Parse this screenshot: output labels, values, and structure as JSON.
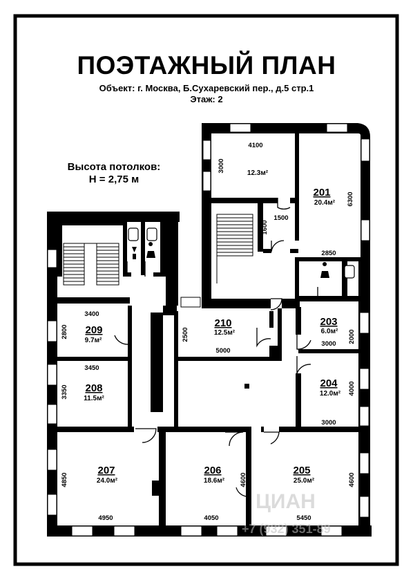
{
  "header": {
    "title": "ПОЭТАЖНЫЙ ПЛАН",
    "object": "Объект: г. Москва, Б.Сухаревский пер., д.5 стр.1",
    "floor": "Этаж: 2"
  },
  "ceiling": {
    "label": "Высота потолков:",
    "value": "H = 2,75 м"
  },
  "rooms": [
    {
      "number": "",
      "area": "12.3м²"
    },
    {
      "number": "201",
      "area": "20.4м²"
    },
    {
      "number": "203",
      "area": "6.0м²"
    },
    {
      "number": "204",
      "area": "12.0м²"
    },
    {
      "number": "205",
      "area": "25.0м²"
    },
    {
      "number": "206",
      "area": "18.6м²"
    },
    {
      "number": "207",
      "area": "24.0м²"
    },
    {
      "number": "208",
      "area": "11.5м²"
    },
    {
      "number": "209",
      "area": "9.7м²"
    },
    {
      "number": "210",
      "area": "12.5м²"
    }
  ],
  "dimensions": [
    "4100",
    "3000",
    "6300",
    "1500",
    "1600",
    "2850",
    "3400",
    "2800",
    "3450",
    "3350",
    "2500",
    "5000",
    "2000",
    "3000",
    "4000",
    "3000",
    "4850",
    "4950",
    "4600",
    "4050",
    "5450",
    "4600"
  ],
  "watermark": {
    "text": "ЦИАН",
    "number": "+7 (932) 351-89"
  },
  "colors": {
    "wall": "#000000",
    "background": "#ffffff",
    "watermark": "#bfbfbf"
  }
}
